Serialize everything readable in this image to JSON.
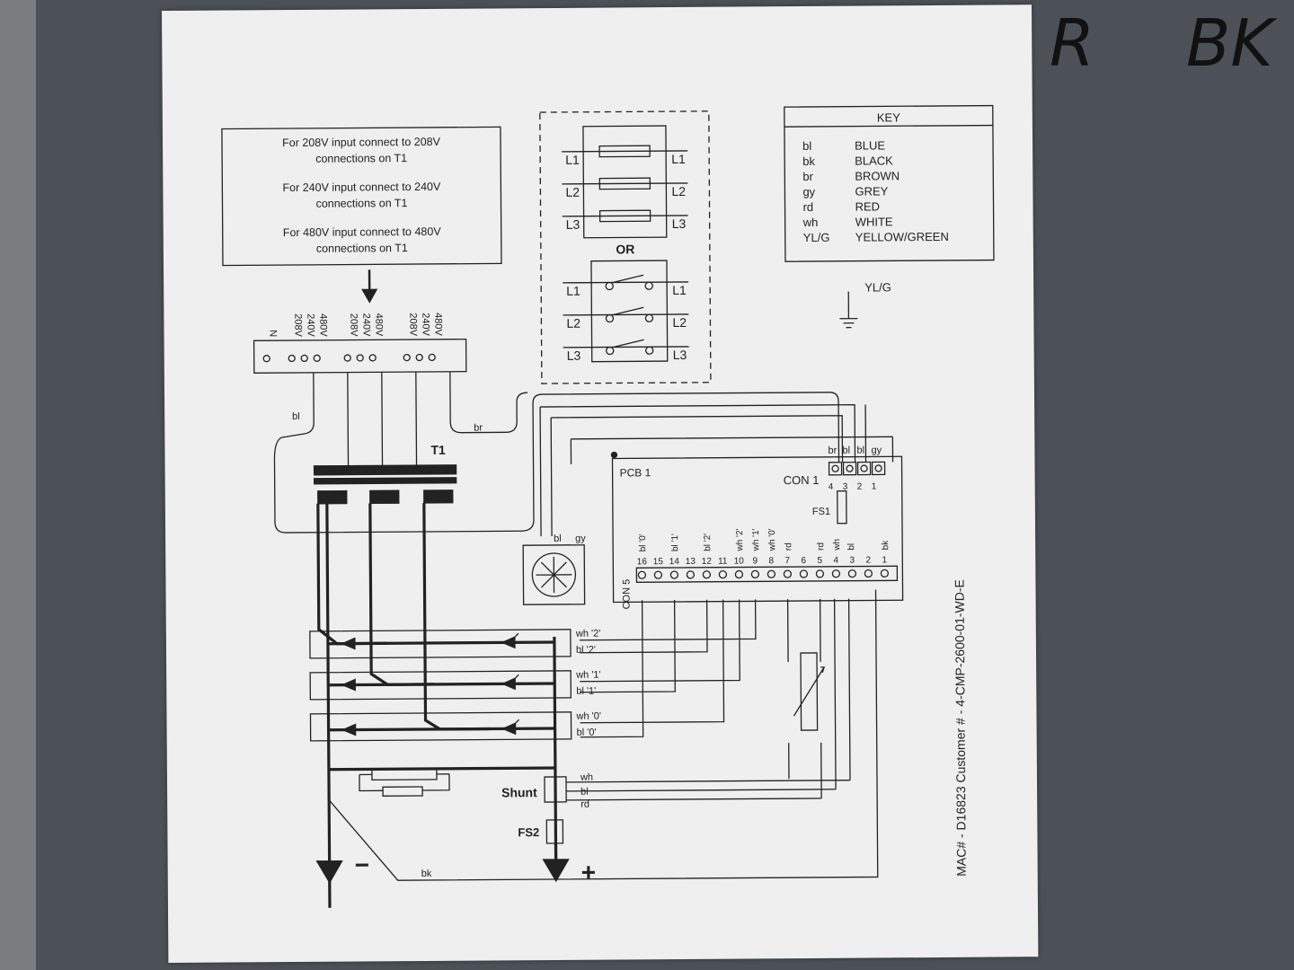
{
  "handwriting": [
    "R",
    "BK"
  ],
  "voltage_note": [
    "For 208V input connect to 208V",
    "connections on T1",
    "For 240V input connect to 240V",
    "connections on T1",
    "For 480V input connect to 480V",
    "connections on T1"
  ],
  "key": {
    "title": "KEY",
    "items": [
      {
        "code": "bl",
        "name": "BLUE"
      },
      {
        "code": "bk",
        "name": "BLACK"
      },
      {
        "code": "br",
        "name": "BROWN"
      },
      {
        "code": "gy",
        "name": "GREY"
      },
      {
        "code": "rd",
        "name": "RED"
      },
      {
        "code": "wh",
        "name": "WHITE"
      },
      {
        "code": "YL/G",
        "name": "YELLOW/GREEN"
      }
    ]
  },
  "ground_label": "YL/G",
  "lines": [
    "L1",
    "L2",
    "L3"
  ],
  "or_label": "OR",
  "terminal_labels": [
    "N",
    "208V",
    "240V",
    "480V",
    "208V",
    "240V",
    "480V",
    "208V",
    "240V",
    "480V"
  ],
  "transformer": "T1",
  "pcb": "PCB 1",
  "con1": {
    "name": "CON 1",
    "wires": [
      "br",
      "bl",
      "bl",
      "gy"
    ],
    "pins": [
      "4",
      "3",
      "2",
      "1"
    ]
  },
  "fs1": "FS1",
  "fan_wires": [
    "bl",
    "gy"
  ],
  "con5": {
    "name": "CON 5",
    "pins": [
      "16",
      "15",
      "14",
      "13",
      "12",
      "11",
      "10",
      "9",
      "8",
      "7",
      "6",
      "5",
      "4",
      "3",
      "2",
      "1"
    ],
    "wires": [
      "bl '0'",
      "bl '1'",
      "bl '2'",
      "wh '2'",
      "wh '1'",
      "wh '0'",
      "rd",
      "rd",
      "wh",
      "bl",
      "bk"
    ]
  },
  "scr_wires": [
    "wh '2'",
    "bl '2'",
    "wh '1'",
    "bl '1'",
    "wh '0'",
    "bl '0'"
  ],
  "wire_bl": "bl",
  "wire_br": "br",
  "wire_bk": "bk",
  "shunt": "Shunt",
  "shunt_wires": [
    "wh",
    "bl",
    "rd"
  ],
  "fs2": "FS2",
  "minus": "−",
  "plus": "+",
  "part_number": "MAC# - D16823   Customer # - 4-CMP-2600-01-WD-E"
}
